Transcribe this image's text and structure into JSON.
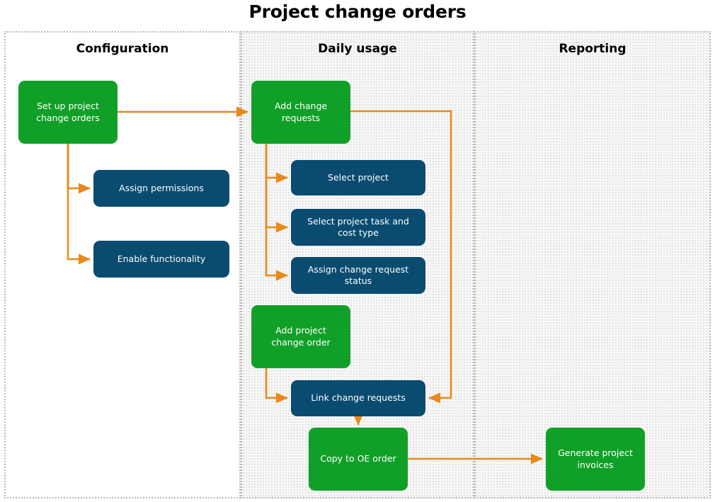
{
  "title": "Project change orders",
  "colors": {
    "green": "#10a028",
    "navy": "#0a4b70",
    "connector": "#e8891b",
    "lane_border": "#b9b9b9",
    "title_text": "#000000"
  },
  "lanes": [
    {
      "id": "configuration",
      "title": "Configuration",
      "background": "plain"
    },
    {
      "id": "daily-usage",
      "title": "Daily usage",
      "background": "hatched"
    },
    {
      "id": "reporting",
      "title": "Reporting",
      "background": "hatched"
    }
  ],
  "nodes": {
    "setup_pco": {
      "label": "Set up project\nchange orders",
      "type": "green",
      "lane": "configuration"
    },
    "assign_perm": {
      "label": "Assign permissions",
      "type": "navy",
      "lane": "configuration"
    },
    "enable_func": {
      "label": "Enable functionality",
      "type": "navy",
      "lane": "configuration"
    },
    "add_cr": {
      "label": "Add change\nrequests",
      "type": "green",
      "lane": "daily-usage"
    },
    "select_proj": {
      "label": "Select project",
      "type": "navy",
      "lane": "daily-usage"
    },
    "select_task": {
      "label": "Select project task and\ncost type",
      "type": "navy",
      "lane": "daily-usage"
    },
    "assign_stat": {
      "label": "Assign change request\nstatus",
      "type": "navy",
      "lane": "daily-usage"
    },
    "add_pco": {
      "label": "Add project\nchange order",
      "type": "green",
      "lane": "daily-usage"
    },
    "link_cr": {
      "label": "Link change requests",
      "type": "navy",
      "lane": "daily-usage"
    },
    "copy_oe": {
      "label": "Copy to OE order",
      "type": "green",
      "lane": "daily-usage"
    },
    "gen_inv": {
      "label": "Generate project\ninvoices",
      "type": "green",
      "lane": "reporting"
    }
  },
  "edges": [
    {
      "from": "setup_pco",
      "to": "add_cr",
      "name": "edge-setup-to-add-change-requests"
    },
    {
      "from": "setup_pco",
      "to": "assign_perm",
      "name": "edge-setup-to-assign-permissions"
    },
    {
      "from": "setup_pco",
      "to": "enable_func",
      "name": "edge-setup-to-enable-functionality"
    },
    {
      "from": "add_cr",
      "to": "select_proj",
      "name": "edge-add-cr-to-select-project"
    },
    {
      "from": "add_cr",
      "to": "select_task",
      "name": "edge-add-cr-to-select-task"
    },
    {
      "from": "add_cr",
      "to": "assign_stat",
      "name": "edge-add-cr-to-assign-status"
    },
    {
      "from": "add_cr",
      "to": "link_cr",
      "name": "edge-add-cr-to-link-change-requests"
    },
    {
      "from": "add_pco",
      "to": "link_cr",
      "name": "edge-add-pco-to-link-change-requests"
    },
    {
      "from": "link_cr",
      "to": "copy_oe",
      "name": "edge-link-cr-to-copy-oe-order"
    },
    {
      "from": "copy_oe",
      "to": "gen_inv",
      "name": "edge-copy-oe-to-generate-invoices"
    }
  ]
}
